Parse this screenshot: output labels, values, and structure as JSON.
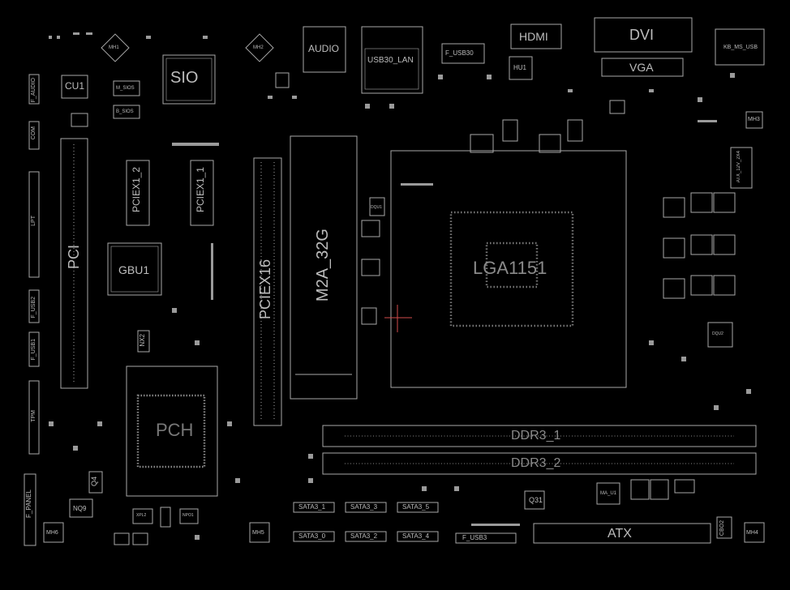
{
  "labels": {
    "sio": "SIO",
    "cu1": "CU1",
    "audio": "AUDIO",
    "usb30_lan": "USB30_LAN",
    "f_usb30": "F_USB30",
    "hdmi": "HDMI",
    "dvi": "DVI",
    "vga": "VGA",
    "kb_ms_usb": "KB_MS_USB",
    "mh1": "MH1",
    "mh2": "MH2",
    "mh3": "MH3",
    "mh4": "MH4",
    "mh5": "MH5",
    "mh6": "MH6",
    "m_sios": "M_SIOS",
    "b_sios": "B_SIOS",
    "hu1": "HU1",
    "pci": "PCI",
    "gbu1": "GBU1",
    "pciex1_2": "PCIEX1_2",
    "pciex1_1": "PCIEX1_1",
    "pciex16": "PCIEX16",
    "m2a_32g": "M2A_32G",
    "lga1151": "LGA1151",
    "pch": "PCH",
    "ddr3_1": "DDR3_1",
    "ddr3_2": "DDR3_2",
    "atx": "ATX",
    "atx_12v_2x4": "ATX_12V_2X4",
    "f_audio": "F_AUDIO",
    "com": "COM",
    "lpt": "LPT",
    "f_usb2": "F_USB2",
    "f_usb1": "F_USB1",
    "tpm": "TPM",
    "f_panel": "F_PANEL",
    "nx2": "NX2",
    "q4": "Q4",
    "nq9": "NQ9",
    "xpl2": "XPL2",
    "npo1": "NPO1",
    "q31": "Q31",
    "ma_u1": "MA_U1",
    "cbo2": "CBO2",
    "f_usb3": "F_USB3",
    "sata3_1": "SATA3_1",
    "sata3_3": "SATA3_3",
    "sata3_5": "SATA3_5",
    "sata3_0": "SATA3_0",
    "sata3_2": "SATA3_2",
    "sata3_4": "SATA3_4",
    "dqu1": "DQU1",
    "dqu2": "DQU2"
  }
}
